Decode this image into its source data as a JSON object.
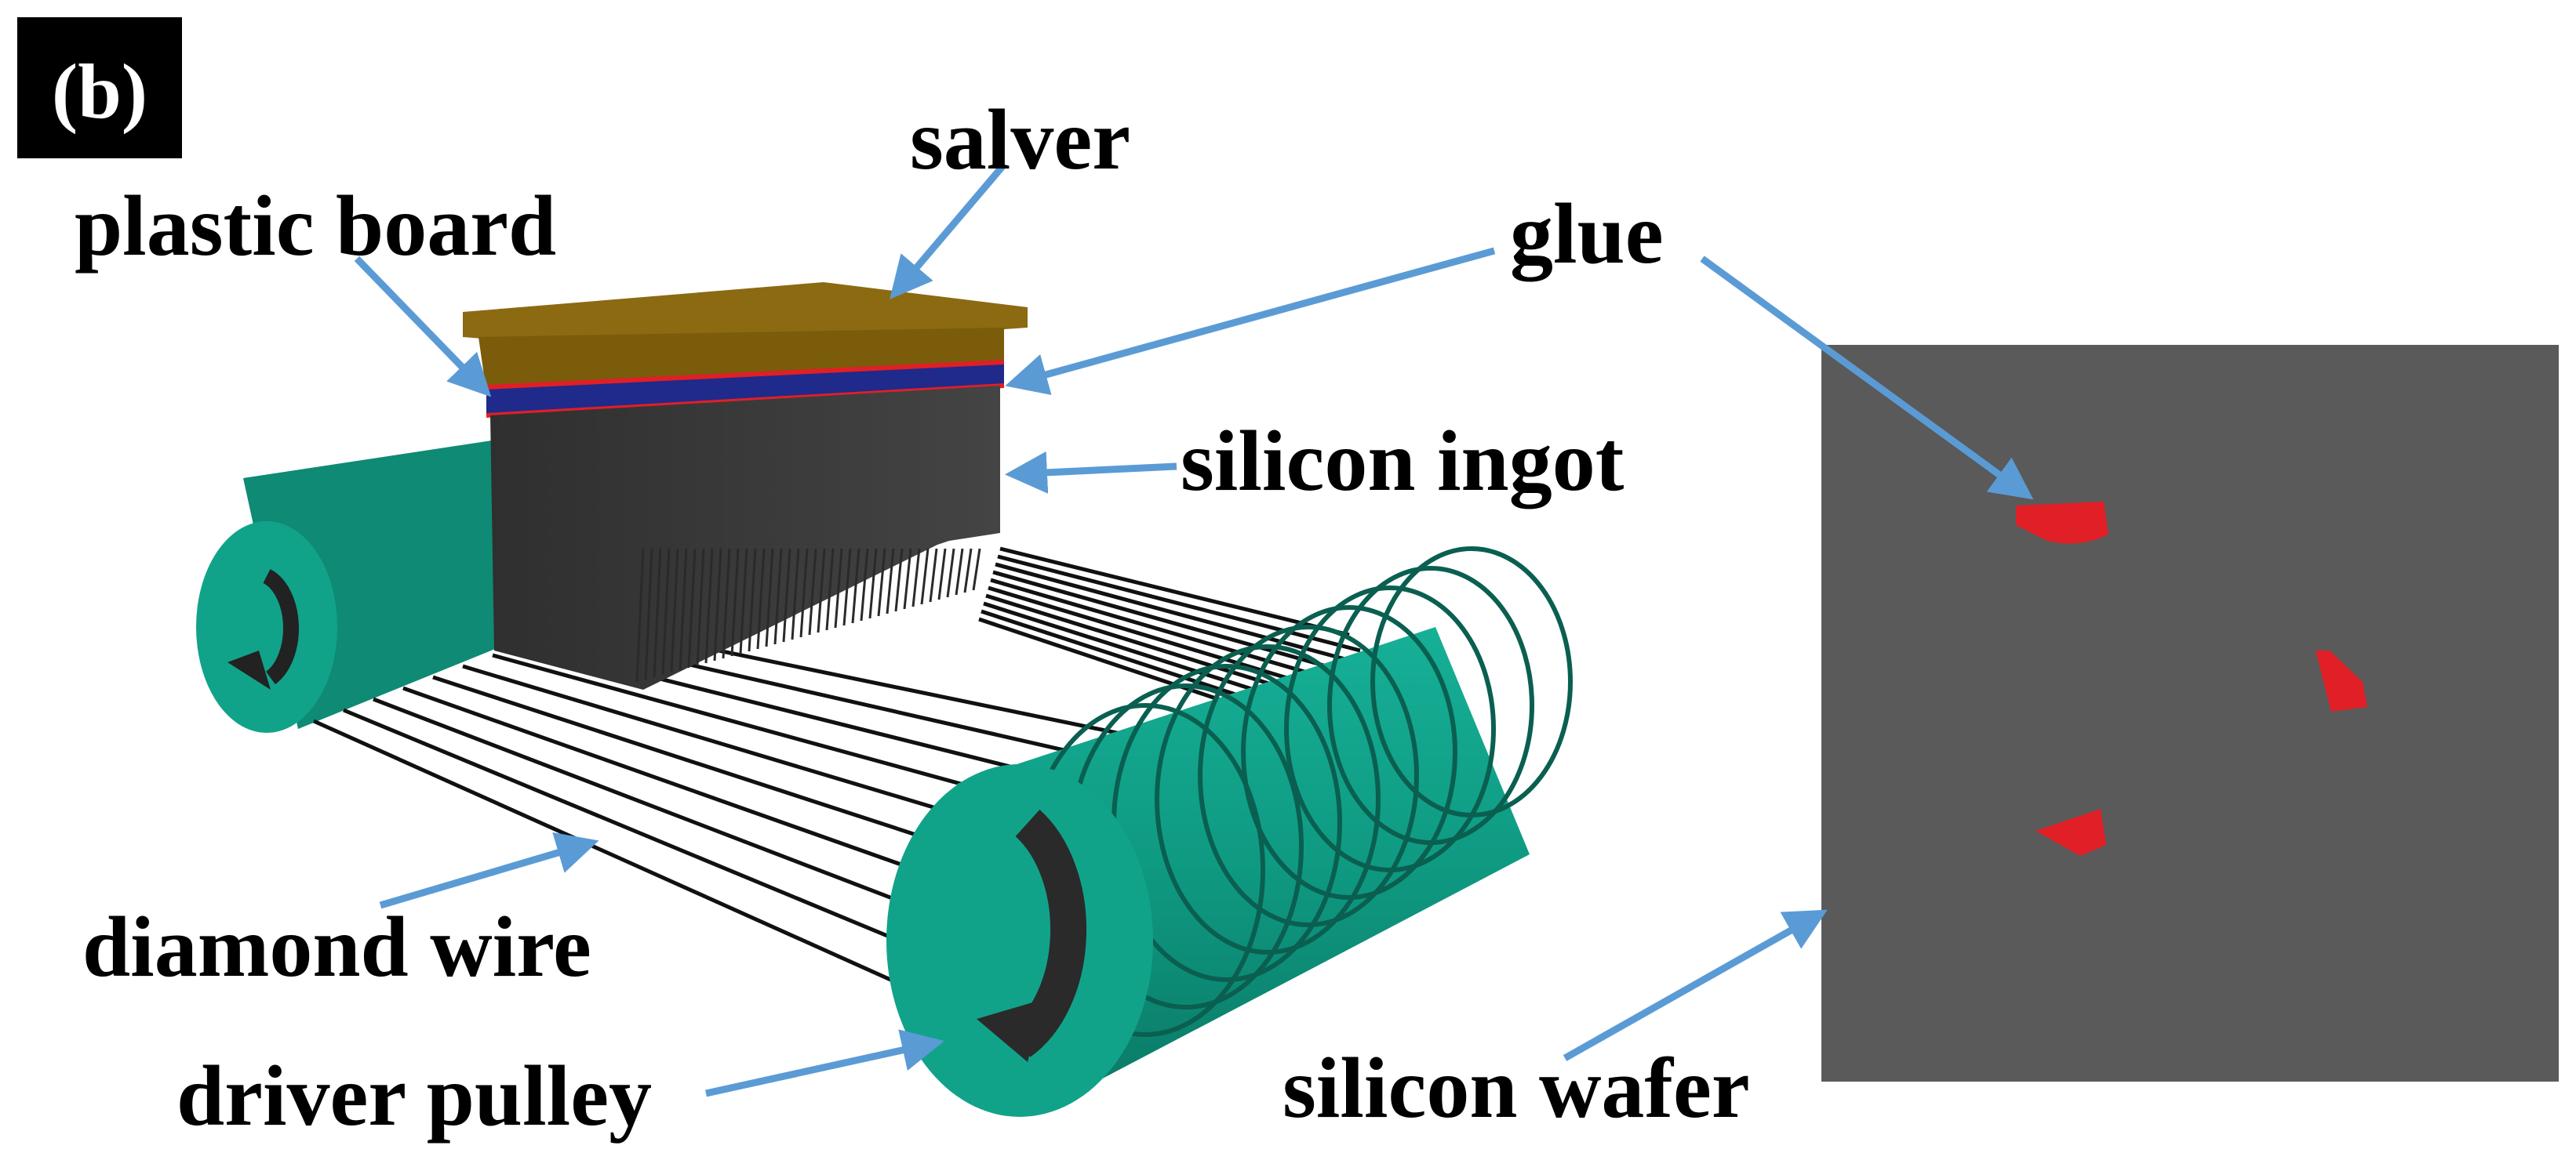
{
  "figure": {
    "panel_tag": "(b)"
  },
  "labels": {
    "salver": "salver",
    "plastic_board": "plastic board",
    "glue": "glue",
    "silicon_ingot": "silicon ingot",
    "diamond_wire": "diamond wire",
    "driver_pulley": "driver pulley",
    "silicon_wafer": "silicon wafer"
  },
  "colors": {
    "arrow": "#5b9bd5",
    "pulley_face": "#11a38a",
    "pulley_side": "#0e8a75",
    "salver": "#7a5c0b",
    "salver_top": "#8c6a12",
    "plastic_board": "#1f2a8a",
    "glue": "#e01f26",
    "ingot": "#3a3a3a",
    "wafer": "#5a5a5a",
    "wire": "#111111"
  }
}
